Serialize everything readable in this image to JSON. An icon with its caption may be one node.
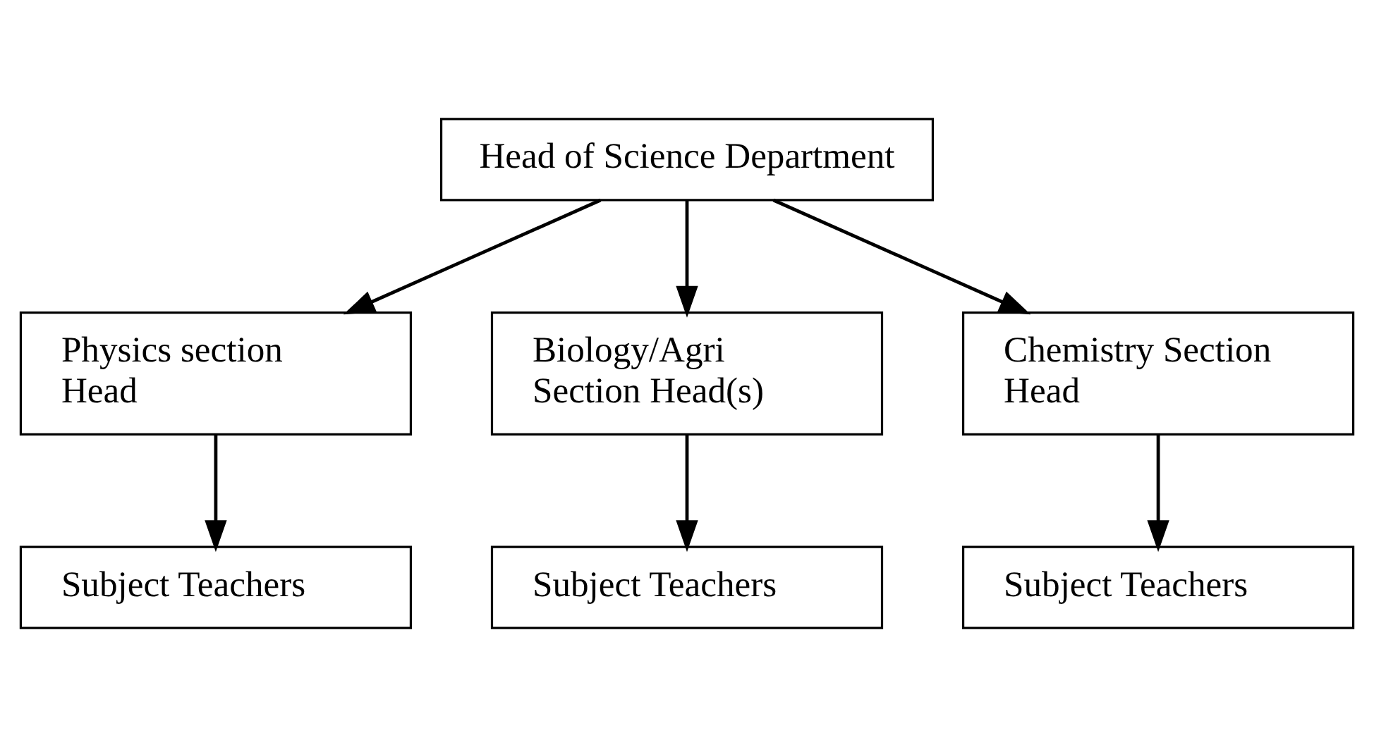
{
  "diagram": {
    "nodes": [
      {
        "text": [
          "Head of Science Department"
        ]
      },
      {
        "text": [
          "Physics section Head"
        ]
      },
      {
        "text": [
          "Biology/Agri Section Head(s)"
        ]
      },
      {
        "text": [
          "Chemistry Section Head"
        ]
      },
      {
        "text": [
          "Subject Teachers"
        ]
      },
      {
        "text": [
          "Subject Teachers"
        ]
      },
      {
        "text": [
          "Subject Teachers"
        ]
      }
    ],
    "edges": [
      {
        "from": 0,
        "to": 1,
        "arrow": "to"
      },
      {
        "from": 0,
        "to": 2,
        "arrow": "to"
      },
      {
        "from": 0,
        "to": 3,
        "arrow": "to"
      },
      {
        "from": 1,
        "to": 4,
        "arrow": "to"
      },
      {
        "from": 2,
        "to": 5,
        "arrow": "to"
      },
      {
        "from": 3,
        "to": 6,
        "arrow": "to"
      }
    ]
  }
}
